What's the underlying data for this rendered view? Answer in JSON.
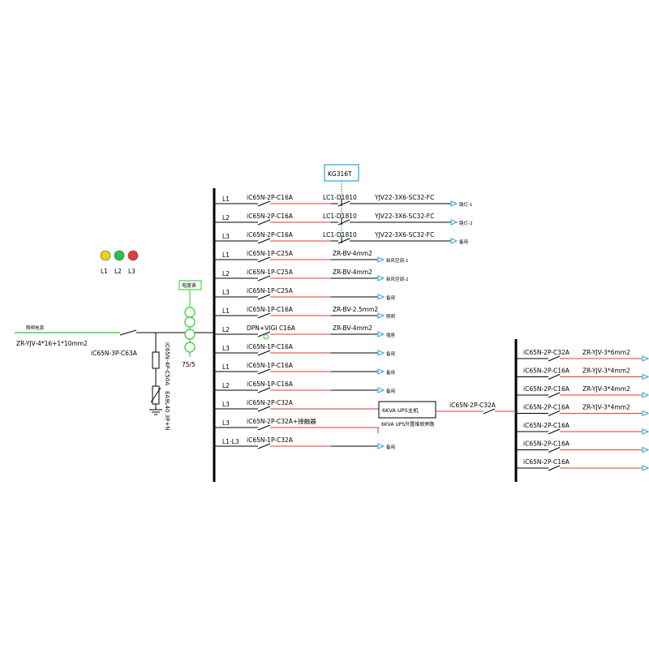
{
  "incoming": {
    "title": "照明电源",
    "cable": "ZR-YJV-4*16+1*10mm2",
    "breaker": "iC65N-3P-C63A"
  },
  "spd": {
    "breaker": "iC65N-4P-C50A",
    "arrester": "EA9L40 3P+N"
  },
  "meter": {
    "label": "电度表",
    "ct": "75/5"
  },
  "phase_lamps": [
    {
      "label": "L1",
      "color": "#e8d21a"
    },
    {
      "label": "L2",
      "color": "#2ec04a"
    },
    {
      "label": "L3",
      "color": "#e23a3a"
    }
  ],
  "controller": {
    "label": "KG316T"
  },
  "circuits": [
    {
      "phase": "L1",
      "breaker": "iC65N-2P-C16A",
      "contactor": "LC1-D1810",
      "cable": "YJV22-3X6-SC32-FC",
      "load": "路灯-1"
    },
    {
      "phase": "L2",
      "breaker": "iC65N-2P-C16A",
      "contactor": "LC1-D1810",
      "cable": "YJV22-3X6-SC32-FC",
      "load": "路灯-2"
    },
    {
      "phase": "L3",
      "breaker": "iC65N-2P-C16A",
      "contactor": "LC1-D1810",
      "cable": "YJV22-3X6-SC32-FC",
      "load": "备用"
    },
    {
      "phase": "L1",
      "breaker": "iC65N-1P-C25A",
      "cable": "ZR-BV-4mm2",
      "load": "新风空调-1"
    },
    {
      "phase": "L2",
      "breaker": "iC65N-1P-C25A",
      "cable": "ZR-BV-4mm2",
      "load": "新风空调-2"
    },
    {
      "phase": "L3",
      "breaker": "iC65N-1P-C25A",
      "cable": "",
      "load": "备用"
    },
    {
      "phase": "L1",
      "breaker": "iC65N-1P-C16A",
      "cable": "ZR-BV-2.5mm2",
      "load": "照明"
    },
    {
      "phase": "L2",
      "breaker": "DPN+VIGI C16A",
      "cable": "ZR-BV-4mm2",
      "load": "插座"
    },
    {
      "phase": "L3",
      "breaker": "iC65N-1P-C16A",
      "cable": "",
      "load": "备用"
    },
    {
      "phase": "L1",
      "breaker": "iC65N-1P-C16A",
      "cable": "",
      "load": "备用"
    },
    {
      "phase": "L2",
      "breaker": "iC65N-1P-C16A",
      "cable": "",
      "load": "备用"
    },
    {
      "phase": "L3",
      "breaker": "iC65N-2P-C32A",
      "cable": "",
      "load": ""
    },
    {
      "phase": "L3",
      "breaker": "iC65N-2P-C32A+接触器",
      "cable": "",
      "load": ""
    },
    {
      "phase": "L1-L3",
      "breaker": "iC65N-1P-C32A",
      "cable": "",
      "load": "备用"
    }
  ],
  "ups": {
    "main_label": "6KVA UPS主机",
    "bypass_label": "6KVA UPS外置维修旁路",
    "out_breaker": "iC65N-2P-C32A"
  },
  "sub_circuits": [
    {
      "breaker": "iC65N-2P-C32A",
      "cable": "ZR-YJV-3*6mm2"
    },
    {
      "breaker": "iC65N-2P-C16A",
      "cable": "ZR-YJV-3*4mm2"
    },
    {
      "breaker": "iC65N-2P-C16A",
      "cable": "ZR-YJV-3*4mm2"
    },
    {
      "breaker": "iC65N-2P-C16A",
      "cable": "ZR-YJV-3*4mm2"
    },
    {
      "breaker": "iC65N-2P-C16A",
      "cable": ""
    },
    {
      "breaker": "iC65N-2P-C16A",
      "cable": ""
    },
    {
      "breaker": "iC65N-2P-C16A",
      "cable": ""
    }
  ],
  "colors": {
    "line_black": "#000000",
    "line_red": "#e23a3a",
    "line_green": "#22cc22",
    "line_cyan": "#27a8d8"
  }
}
